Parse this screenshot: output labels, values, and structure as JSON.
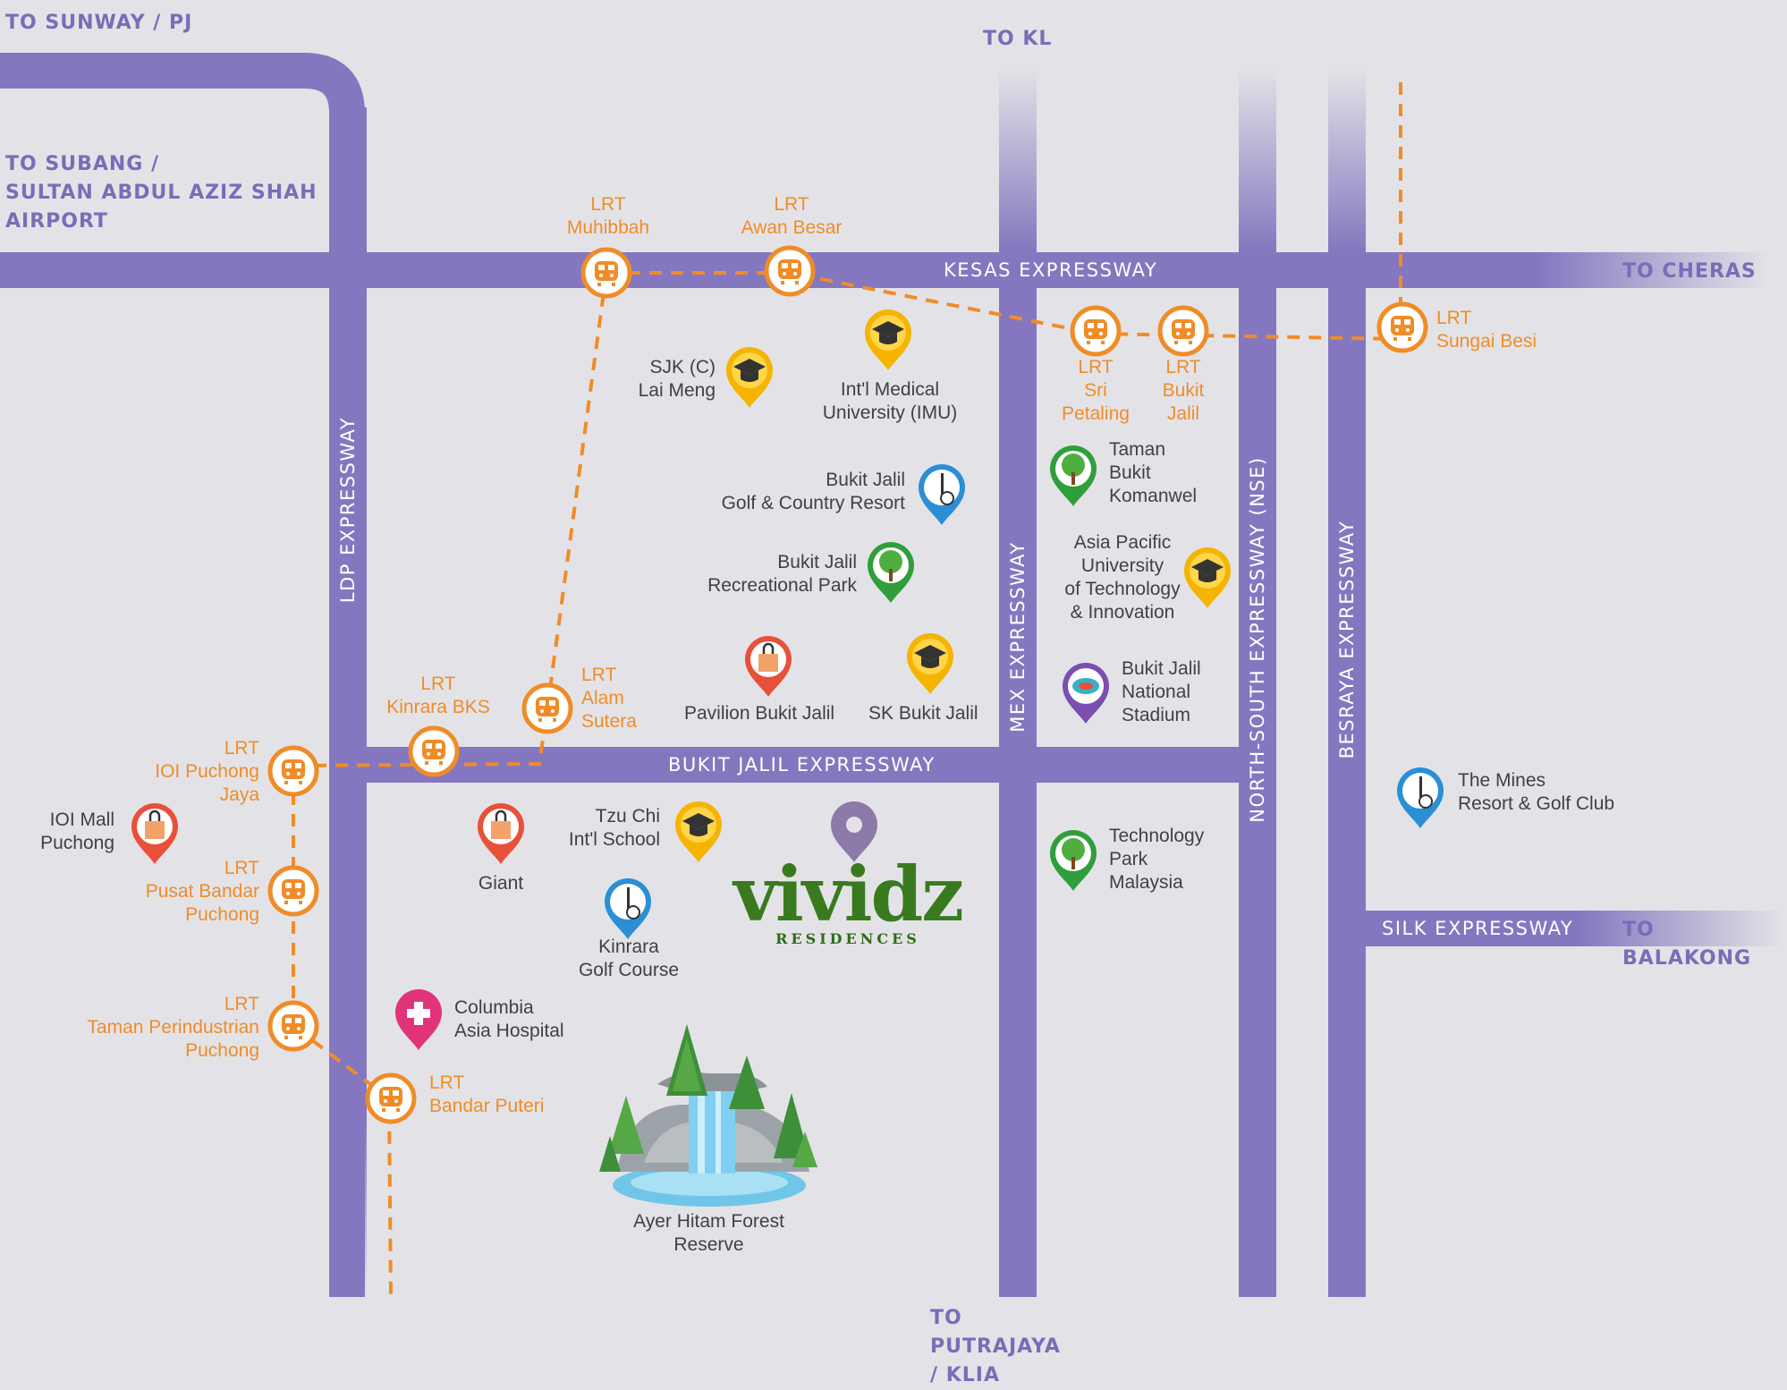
{
  "directions": {
    "sunway": "TO SUNWAY / PJ",
    "subang": "TO SUBANG /\nSULTAN ABDUL AZIZ SHAH\nAIRPORT",
    "kl": "TO KL",
    "cheras": "TO CHERAS",
    "balakong": "TO BALAKONG",
    "putrajaya": "TO PUTRAJAYA\n/ KLIA"
  },
  "roads": {
    "kesas": "KESAS EXPRESSWAY",
    "bukit_jalil": "BUKIT JALIL EXPRESSWAY",
    "silk": "SILK EXPRESSWAY",
    "ldp": "LDP EXPRESSWAY",
    "mex": "MEX EXPRESSWAY",
    "nse": "NORTH-SOUTH EXPRESSWAY (NSE)",
    "besraya": "BESRAYA EXPRESSWAY"
  },
  "lrt": {
    "muhibbah": "LRT\nMuhibbah",
    "awan_besar": "LRT\nAwan Besar",
    "sri_petaling": "LRT\nSri\nPetaling",
    "bukit_jalil": "LRT\nBukit\nJalil",
    "sungai_besi": "LRT\nSungai Besi",
    "kinrara": "LRT\nKinrara BKS",
    "alam_sutera": "LRT\nAlam\nSutera",
    "ioi_puchong": "LRT\nIOI Puchong\nJaya",
    "pusat_bandar": "LRT\nPusat Bandar\nPuchong",
    "taman_perindustrian": "LRT\nTaman Perindustrian\nPuchong",
    "bandar_puteri": "LRT\nBandar Puteri"
  },
  "places": {
    "sjk": "SJK (C)\nLai Meng",
    "imu": "Int'l Medical\nUniversity (IMU)",
    "golf_resort": "Bukit Jalil\nGolf & Country Resort",
    "rec_park": "Bukit Jalil\nRecreational Park",
    "pavilion": "Pavilion Bukit Jalil",
    "sk": "SK Bukit Jalil",
    "komanwel": "Taman\nBukit\nKomanwel",
    "apu": "Asia Pacific\nUniversity\nof Technology\n& Innovation",
    "stadium": "Bukit Jalil\nNational\nStadium",
    "ioi_mall": "IOI Mall\nPuchong",
    "giant": "Giant",
    "tzu_chi": "Tzu Chi\nInt'l School",
    "kinrara_golf": "Kinrara\nGolf Course",
    "columbia": "Columbia\nAsia Hospital",
    "tpm": "Technology\nPark\nMalaysia",
    "mines": "The Mines\nResort & Golf Club",
    "ayer_hitam": "Ayer Hitam Forest\nReserve"
  },
  "brand": {
    "name": "vividz",
    "sub": "RESIDENCES"
  },
  "colors": {
    "background": "#e3e3e7",
    "road": "#8577bf",
    "lrt_line": "#f08c28",
    "direction_text": "#7b6cb8",
    "brand_green": "#3a7a1e",
    "school_pin": "#f5b400",
    "park_pin": "#2f9e3b",
    "golf_pin": "#2b8fd6",
    "mall_pin": "#e8503a",
    "hospital_pin": "#e0337a",
    "stadium_pin": "#7a4fb0",
    "location_pin": "#8c7aa8"
  },
  "icons": {
    "lrt": "train-icon",
    "school": "graduation-cap-icon",
    "park": "tree-icon",
    "golf": "golf-ball-icon",
    "mall": "shopping-bag-icon",
    "hospital": "medical-cross-icon",
    "stadium": "stadium-icon",
    "location": "map-pin-icon",
    "forest": "waterfall-forest-icon"
  }
}
